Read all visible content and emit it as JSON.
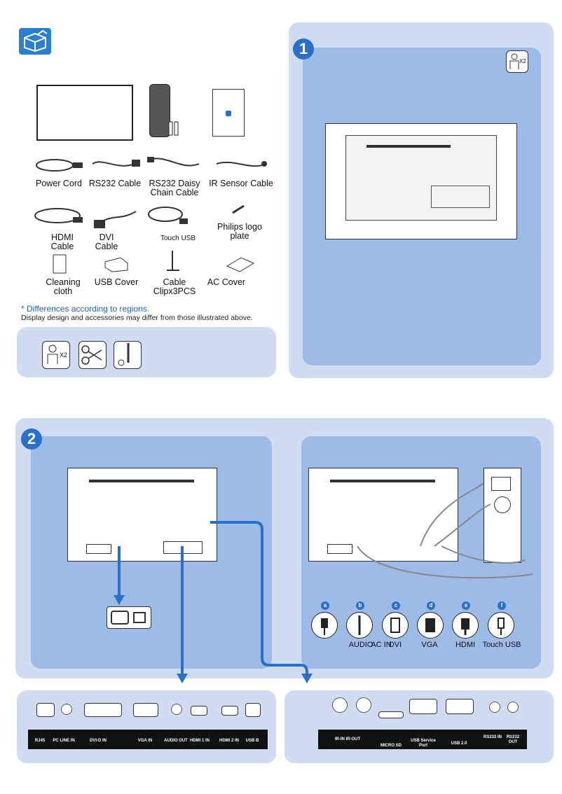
{
  "accessories": {
    "items": [
      {
        "label": "Power Cord"
      },
      {
        "label": "RS232 Cable"
      },
      {
        "label": "RS232 Daisy Chain Cable"
      },
      {
        "label": "IR Sensor Cable"
      },
      {
        "label": "HDMI Cable"
      },
      {
        "label": "DVI Cable"
      },
      {
        "label": "Touch USB"
      },
      {
        "label": "Philips logo plate"
      },
      {
        "label": "Cleaning cloth"
      },
      {
        "label": "USB Cover"
      },
      {
        "label": "Cable Clipx3PCS"
      },
      {
        "label": "AC Cover"
      }
    ],
    "note_regions": "* Differences according to regions.",
    "note_design": "Display design and accessories may differ from those illustrated above."
  },
  "tools": {
    "persons": "X2"
  },
  "step1": {
    "number": "1",
    "persons": "X2"
  },
  "step2": {
    "number": "2",
    "connectors": [
      {
        "letter": "a",
        "label": ""
      },
      {
        "letter": "b",
        "label": "AUDIO"
      },
      {
        "letter": "c",
        "label": "DVI"
      },
      {
        "letter": "d",
        "label": "VGA"
      },
      {
        "letter": "e",
        "label": "HDMI"
      },
      {
        "letter": "f",
        "label": "Touch USB"
      }
    ],
    "ac_in": "AC IN"
  },
  "ports_left": [
    "RJ45",
    "PC LINE IN",
    "DVI-D IN",
    "VGA IN",
    "AUDIO OUT",
    "HDMI 1 IN",
    "HDMI 2 IN",
    "USB B"
  ],
  "ports_right": [
    "IR-IN IR-OUT",
    "MICRO SD",
    "USB Service Port",
    "USB 2.0",
    "RS232 IN",
    "RS232 OUT"
  ],
  "colors": {
    "panel": "#cfdcf2",
    "inner": "#9dbbe7",
    "accent": "#2a6fc9"
  }
}
